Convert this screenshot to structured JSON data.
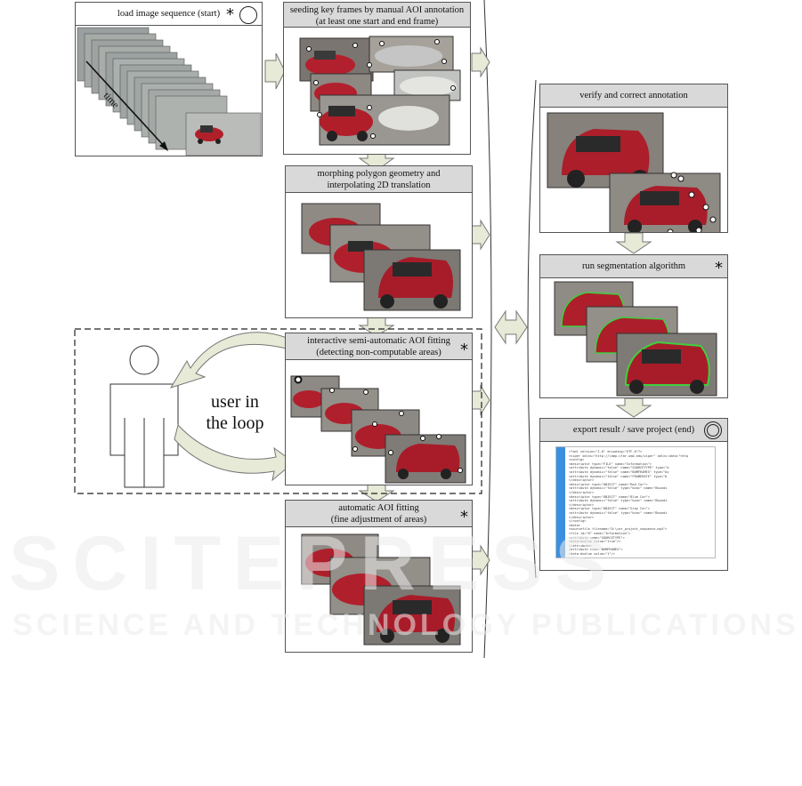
{
  "steps": {
    "load": {
      "title": "load image sequence (start)",
      "time_label": "time",
      "star": "*"
    },
    "seed": {
      "title_line1": "seeding key frames by manual AOI annotation",
      "title_line2": "(at least one start and end frame)"
    },
    "morph": {
      "title_line1": "morphing polygon geometry and",
      "title_line2": "interpolating 2D translation"
    },
    "interactive": {
      "title_line1": "interactive semi-automatic AOI fitting",
      "title_line2": "(detecting non-computable areas)",
      "star": "*"
    },
    "automatic": {
      "title_line1": "automatic AOI fitting",
      "title_line2": "(fine adjustment of areas)",
      "star": "*"
    },
    "verify": {
      "title": "verify and correct annotation"
    },
    "segment": {
      "title": "run segmentation algorithm",
      "star": "*"
    },
    "export": {
      "title": "export result / save project (end)"
    }
  },
  "loop": {
    "line1": "user in",
    "line2": "the loop"
  },
  "watermark": {
    "line1": "SCITEPRESS",
    "line2": "SCIENCE AND TECHNOLOGY PUBLICATIONS"
  },
  "code_lines": [
    "<?xml version=\"1.0\" encoding=\"UTF-8\"?>",
    "<viper xmlns=\"http://lamp.cfar.umd.edu/viper\" xmlns:data=\"http",
    "  <config>",
    "    <descriptor type=\"FILE\" name=\"Information\">",
    "      <attribute dynamic=\"false\" name=\"SOURCETYPE\" type=\"b",
    "      <attribute dynamic=\"false\" name=\"NUMFRAMES\" type=\"bv",
    "      <attribute dynamic=\"false\" name=\"FRAMERATE\" type=\"b",
    "    </descriptor>",
    "    <descriptor type=\"OBJECT\" name=\"Red Car\">",
    "      <attribute dynamic=\"false\" type=\"bvoc\" name=\"Boundi",
    "    </descriptor>",
    "    <descriptor type=\"OBJECT\" name=\"Blue Car\">",
    "      <attribute dynamic=\"false\" type=\"bvoc\" name=\"Boundi",
    "    </descriptor>",
    "    <descriptor type=\"OBJECT\" name=\"Gray Car\">",
    "      <attribute dynamic=\"false\" type=\"bvoc\" name=\"Boundi",
    "    </descriptor>",
    "  </config>",
    "  <data>",
    "    <sourcefile filename=\"D:\\car_project_sequence.mp4\">",
    "      <file id=\"0\" name=\"Information\">",
    "        <attribute name=\"SOURCETYPE\">",
    "          <data:bvalue value=\"true\"/>",
    "        </attribute>",
    "        <attribute name=\"NUMFRAMES\">",
    "          <data:dvalue value=\"1\"/>"
  ]
}
